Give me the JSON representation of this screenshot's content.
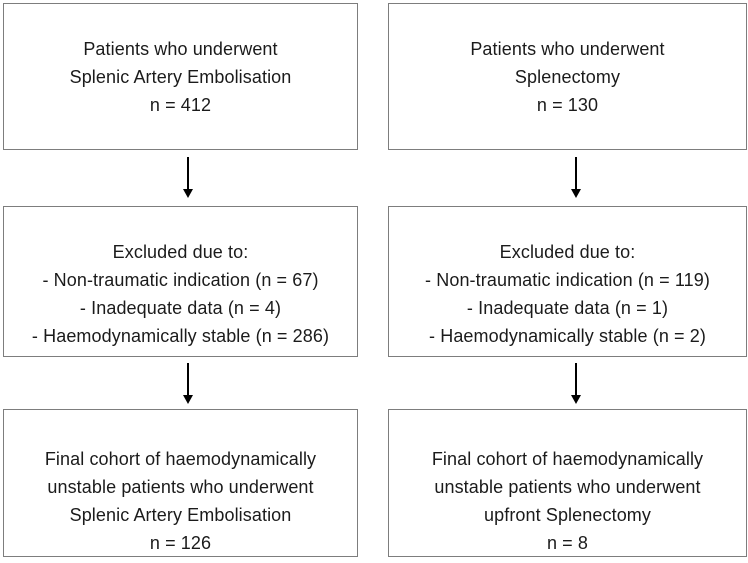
{
  "colors": {
    "box_border": "#7d7d7d",
    "text": "#1b1b1b",
    "arrow": "#000000",
    "background": "#ffffff"
  },
  "flow": {
    "columns": [
      {
        "boxes": [
          {
            "lines": [
              "Patients who underwent",
              "Splenic Artery Embolisation",
              "n = 412"
            ]
          },
          {
            "lines": [
              "Excluded due to:",
              "- Non-traumatic indication (n = 67)",
              "- Inadequate data (n = 4)",
              "- Haemodynamically stable (n = 286)"
            ]
          },
          {
            "lines": [
              "Final cohort of haemodynamically",
              "unstable patients who underwent",
              "Splenic Artery Embolisation",
              "n = 126"
            ]
          }
        ]
      },
      {
        "boxes": [
          {
            "lines": [
              "Patients who underwent",
              "Splenectomy",
              "n = 130"
            ]
          },
          {
            "lines": [
              "Excluded due to:",
              "- Non-traumatic indication (n = 119)",
              "- Inadequate data (n = 1)",
              "- Haemodynamically stable (n = 2)"
            ]
          },
          {
            "lines": [
              "Final cohort of haemodynamically",
              "unstable patients who underwent",
              "upfront Splenectomy",
              "n = 8"
            ]
          }
        ]
      }
    ]
  }
}
